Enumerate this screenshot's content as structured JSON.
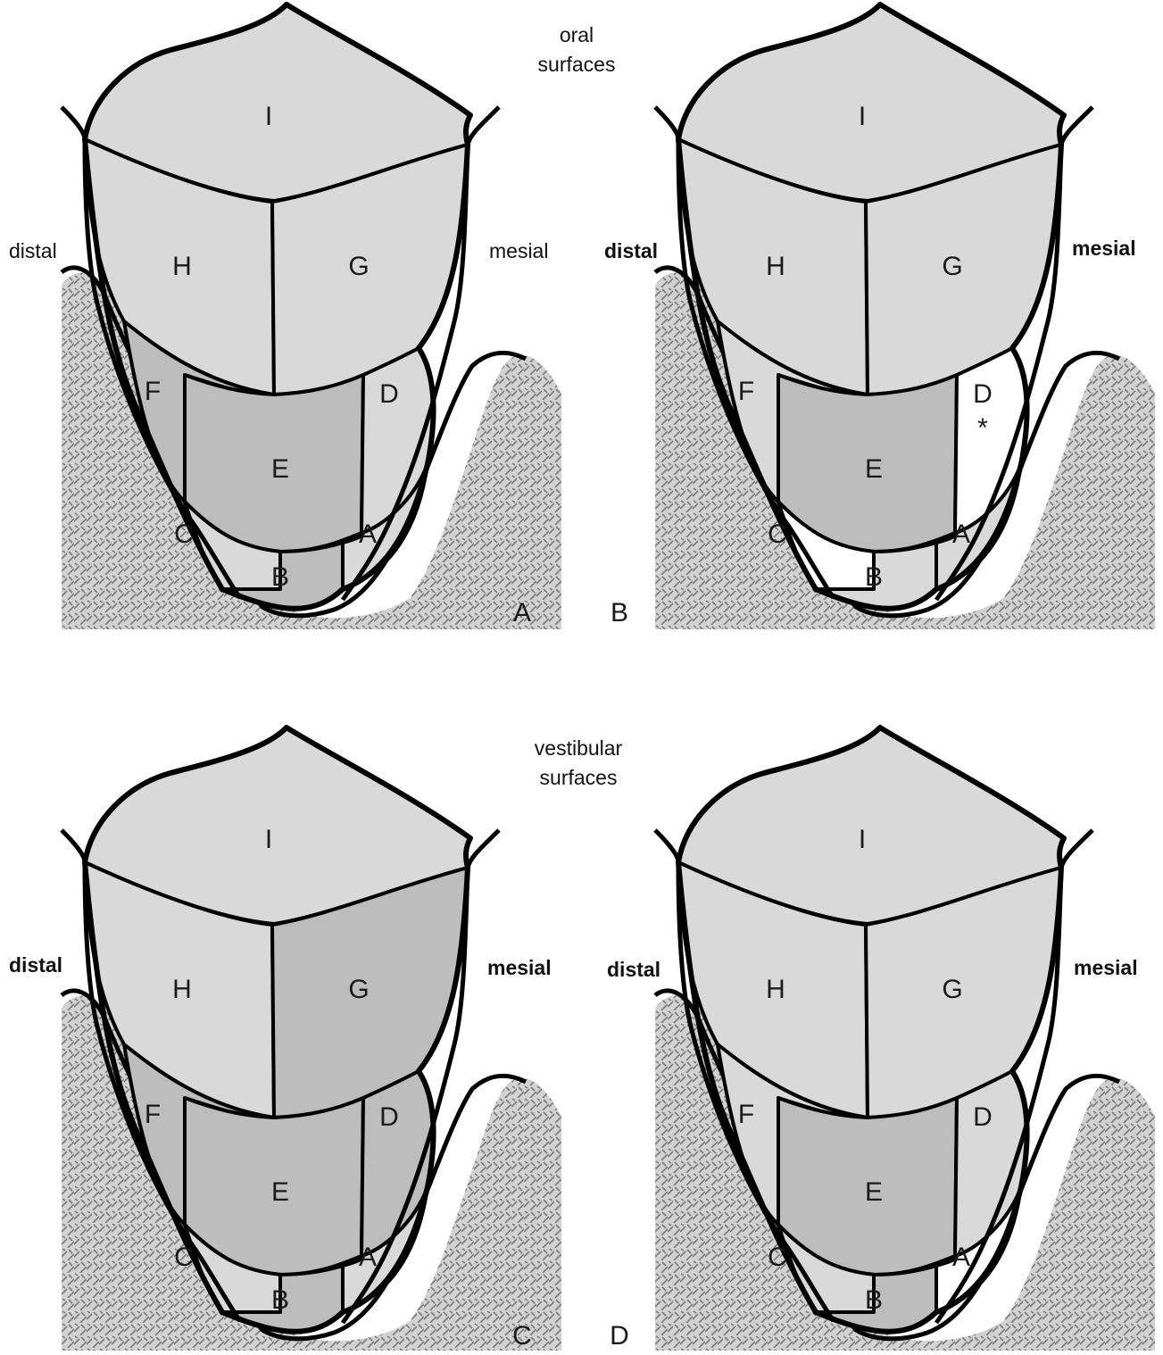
{
  "colors": {
    "light": "#d9d9d9",
    "dark": "#bdbdbd",
    "white": "#ffffff",
    "bone_bg": "#d2d2d2",
    "bone_line": "#7a7a7a"
  },
  "group_labels": {
    "oral_line1": "oral",
    "oral_line2": "surfaces",
    "vestibular_line1": "vestibular",
    "vestibular_line2": "surfaces"
  },
  "panels": [
    {
      "letter": "A",
      "distal": "distal",
      "mesial": "mesial",
      "bold_sides": false,
      "segments": {
        "I": {
          "label": "I",
          "fill": "light"
        },
        "H": {
          "label": "H",
          "fill": "light"
        },
        "G": {
          "label": "G",
          "fill": "light"
        },
        "F": {
          "label": "F",
          "fill": "dark"
        },
        "E": {
          "label": "E",
          "fill": "dark"
        },
        "D": {
          "label": "D",
          "fill": "light"
        },
        "C": {
          "label": "C",
          "fill": "light"
        },
        "B": {
          "label": "B",
          "fill": "dark"
        },
        "A": {
          "label": "A",
          "fill": "light"
        }
      },
      "d_marker": ""
    },
    {
      "letter": "B",
      "distal": "distal",
      "mesial": "mesial",
      "bold_sides": true,
      "segments": {
        "I": {
          "label": "I",
          "fill": "light"
        },
        "H": {
          "label": "H",
          "fill": "light"
        },
        "G": {
          "label": "G",
          "fill": "light"
        },
        "F": {
          "label": "F",
          "fill": "light"
        },
        "E": {
          "label": "E",
          "fill": "dark"
        },
        "D": {
          "label": "D",
          "fill": "white"
        },
        "C": {
          "label": "C",
          "fill": "white"
        },
        "B": {
          "label": "B",
          "fill": "light"
        },
        "A": {
          "label": "A",
          "fill": "light"
        }
      },
      "d_marker": "*"
    },
    {
      "letter": "C",
      "distal": "distal",
      "mesial": "mesial",
      "bold_sides": true,
      "segments": {
        "I": {
          "label": "I",
          "fill": "light"
        },
        "H": {
          "label": "H",
          "fill": "light"
        },
        "G": {
          "label": "G",
          "fill": "dark"
        },
        "F": {
          "label": "F",
          "fill": "dark"
        },
        "E": {
          "label": "E",
          "fill": "dark"
        },
        "D": {
          "label": "D",
          "fill": "dark"
        },
        "C": {
          "label": "C",
          "fill": "light"
        },
        "B": {
          "label": "B",
          "fill": "dark"
        },
        "A": {
          "label": "A",
          "fill": "light"
        }
      },
      "d_marker": ""
    },
    {
      "letter": "D",
      "distal": "distal",
      "mesial": "mesial",
      "bold_sides": true,
      "segments": {
        "I": {
          "label": "I",
          "fill": "light"
        },
        "H": {
          "label": "H",
          "fill": "light"
        },
        "G": {
          "label": "G",
          "fill": "light"
        },
        "F": {
          "label": "F",
          "fill": "light"
        },
        "E": {
          "label": "E",
          "fill": "dark"
        },
        "D": {
          "label": "D",
          "fill": "light"
        },
        "C": {
          "label": "C",
          "fill": "light"
        },
        "B": {
          "label": "B",
          "fill": "dark"
        },
        "A": {
          "label": "A",
          "fill": "white"
        }
      },
      "d_marker": ""
    }
  ]
}
